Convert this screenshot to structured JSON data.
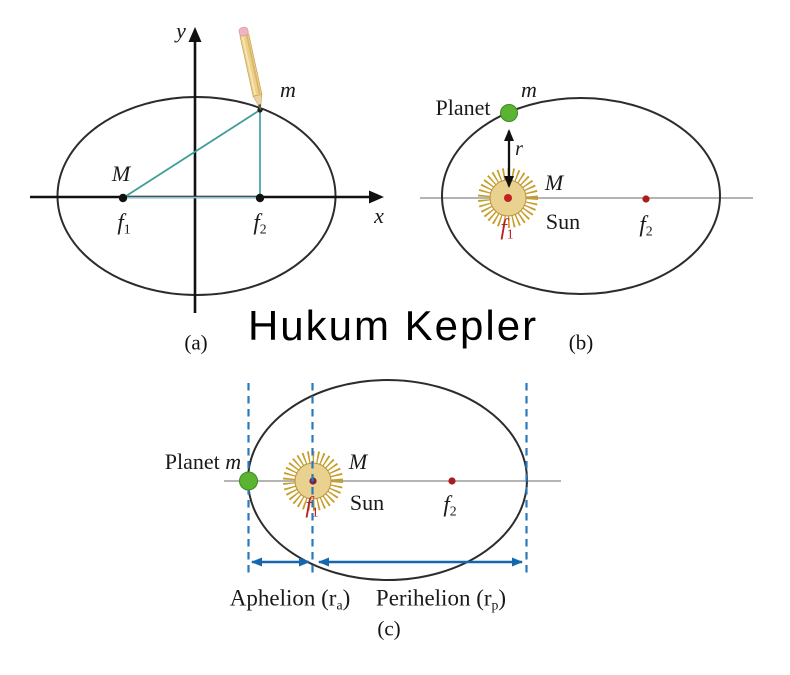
{
  "title": "Hukum Kepler",
  "colors": {
    "ellipse_stroke": "#2c2c2c",
    "axis_black": "#111111",
    "teal_line": "#3f9e96",
    "teal_vertical": "#4aa6ad",
    "light_teal_line": "#8ac2d3",
    "gray_orbit_line": "#9c9c9c",
    "sun_body": "#e9d28f",
    "sun_rays": "#c79e2b",
    "sun_core_red": "#c32222",
    "sun_core_maroon": "#7a2045",
    "planet_green": "#5ab431",
    "focus_dot_red": "#a81d1d",
    "f1_label_crimson": "#b5202c",
    "dashed_blue": "#2b78bb",
    "arrow_blue": "#1767ae",
    "pencil_body": "#ecd08d",
    "pencil_eraser": "#f0b3c0"
  },
  "diagram_a": {
    "caption": "(a)",
    "axis_y_label": "y",
    "axis_x_label": "x",
    "mass_label": "M",
    "point_label": "m",
    "focus1": {
      "base": "f",
      "sub": "1"
    },
    "focus2": {
      "base": "f",
      "sub": "2"
    }
  },
  "diagram_b": {
    "caption": "(b)",
    "planet_label": "Planet",
    "planet_mass_label": "m",
    "radius_label": "r",
    "sun_mass_label": "M",
    "sun_label": "Sun",
    "focus1": {
      "base": "f",
      "sub": "1"
    },
    "focus2": {
      "base": "f",
      "sub": "2"
    }
  },
  "diagram_c": {
    "caption": "(c)",
    "planet_label": "Planet",
    "planet_mass_label": "m",
    "sun_mass_label": "M",
    "sun_label": "Sun",
    "focus1": {
      "base": "f",
      "sub": "1"
    },
    "focus2": {
      "base": "f",
      "sub": "2"
    },
    "aphelion": {
      "prefix": "Aphelion (r",
      "sub": "a",
      "suffix": ")"
    },
    "perihelion": {
      "prefix": "Perihelion (r",
      "sub": "p",
      "suffix": ")"
    }
  }
}
